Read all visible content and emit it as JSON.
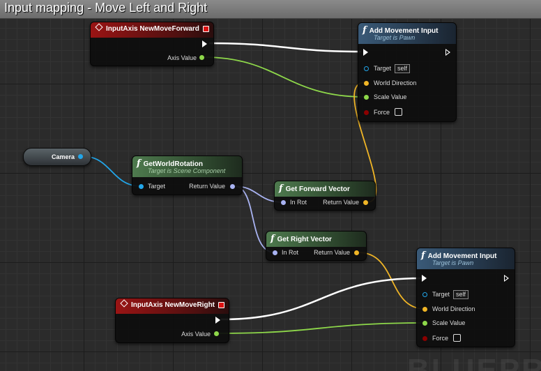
{
  "window": {
    "title": "Input mapping - Move Left and Right"
  },
  "watermark": "BLUEPRINT",
  "nodes": {
    "input_axis_forward": {
      "title": "InputAxis NewMoveForward",
      "output_label": "Axis Value"
    },
    "add_movement_top": {
      "title": "Add Movement Input",
      "subtitle": "Target is Pawn",
      "target_label": "Target",
      "target_default": "self",
      "direction_label": "World Direction",
      "scale_label": "Scale Value",
      "force_label": "Force"
    },
    "camera": {
      "title": "Camera"
    },
    "get_world_rotation": {
      "title": "GetWorldRotation",
      "subtitle": "Target is Scene Component",
      "input_label": "Target",
      "output_label": "Return Value"
    },
    "get_forward_vector": {
      "title": "Get Forward Vector",
      "input_label": "In Rot",
      "output_label": "Return Value"
    },
    "get_right_vector": {
      "title": "Get Right Vector",
      "input_label": "In Rot",
      "output_label": "Return Value"
    },
    "input_axis_right": {
      "title": "InputAxis NewMoveRight",
      "output_label": "Axis Value"
    },
    "add_movement_bottom": {
      "title": "Add Movement Input",
      "subtitle": "Target is Pawn",
      "target_label": "Target",
      "target_default": "self",
      "direction_label": "World Direction",
      "scale_label": "Scale Value",
      "force_label": "Force"
    }
  },
  "colors": {
    "exec": "#ffffff",
    "float": "#8ed84a",
    "vector": "#f0b526",
    "rotator": "#a9b3f2",
    "object": "#22a6ea",
    "bool": "#8b0000"
  },
  "icons": {
    "event": "event-diamond-icon",
    "function": "function-f-icon",
    "exec": "exec-arrow-icon"
  }
}
